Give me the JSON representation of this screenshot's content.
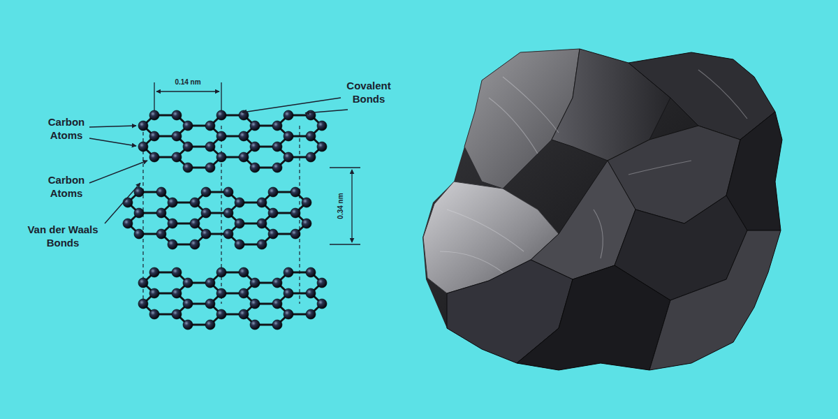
{
  "diagram": {
    "labels": [
      "0.14 nm",
      "Carbon Atoms",
      "Carbon Atoms",
      "Covalent Bonds",
      "Van der Waals Bonds",
      "0.34 nm"
    ]
  }
}
